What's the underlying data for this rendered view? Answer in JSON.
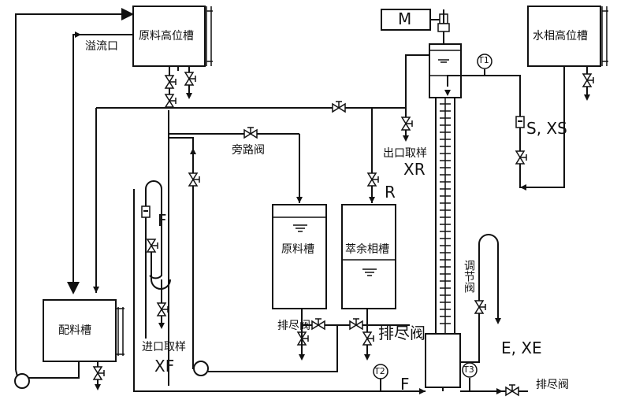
{
  "equipment": {
    "feed_high_tank": "原料高位槽",
    "water_high_tank": "水相高位槽",
    "mixing_tank": "配料槽",
    "feed_tank": "原料槽",
    "raffinate_tank": "萃余相槽",
    "motor": "M"
  },
  "labels": {
    "overflow": "溢流口",
    "bypass_valve": "旁路阀",
    "outlet_sampling": "出口取样",
    "inlet_sampling": "进口取样",
    "drain_1": "排尽阀",
    "drain_2": "排尽阀",
    "drain_3": "排尽阀",
    "regulating_valve": "调节阀",
    "xr": "XR",
    "xf": "XF",
    "r": "R",
    "f_rotameter": "F",
    "f_feed": "F",
    "s_label": "S, XS",
    "e_label": "E, XE"
  },
  "instruments": {
    "t1": "T1",
    "t2": "T2",
    "t3": "T3"
  }
}
